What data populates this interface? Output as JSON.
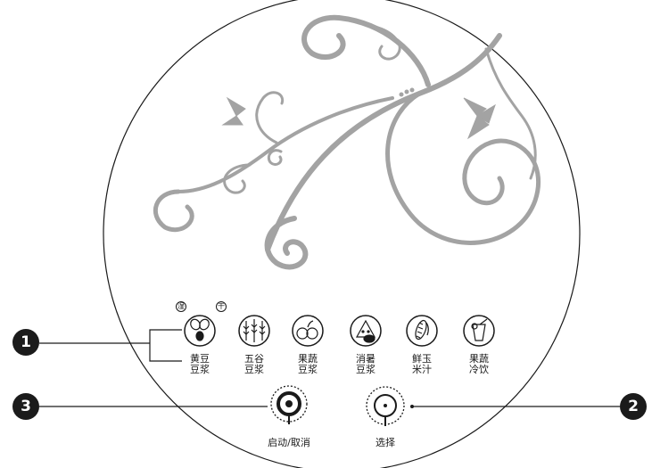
{
  "mode_labels": {
    "wet": "湿",
    "dry": "干"
  },
  "programs": [
    {
      "line1": "黄豆",
      "line2": "豆浆",
      "icon": "soybean-icon"
    },
    {
      "line1": "五谷",
      "line2": "豆浆",
      "icon": "grain-icon"
    },
    {
      "line1": "果蔬",
      "line2": "豆浆",
      "icon": "fruit-veg-icon"
    },
    {
      "line1": "消暑",
      "line2": "豆浆",
      "icon": "watermelon-icon"
    },
    {
      "line1": "鲜玉",
      "line2": "米汁",
      "icon": "corn-icon"
    },
    {
      "line1": "果蔬",
      "line2": "冷饮",
      "icon": "cold-drink-icon"
    }
  ],
  "buttons": {
    "start_cancel": "启动/取消",
    "select": "选择"
  },
  "callouts": [
    "1",
    "2",
    "3"
  ],
  "colors": {
    "ornament": "#a3a3a3",
    "ink": "#1a1a1a",
    "callout_bg": "#1b1b1b"
  }
}
